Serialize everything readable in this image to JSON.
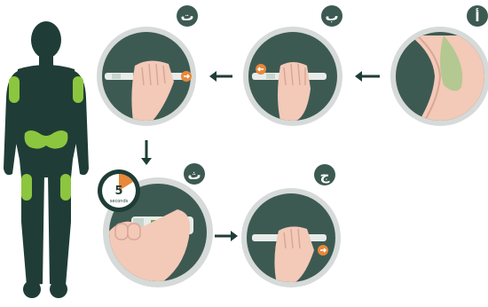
{
  "colors": {
    "body_dark": "#1f3d36",
    "injection_site": "#8cc63f",
    "circle_bg": "#3d5a52",
    "circle_ring": "#d6dad8",
    "skin": "#f3c9b8",
    "skin_shadow": "#d9a796",
    "arrow": "#1f3d36",
    "timer_orange": "#e8883a",
    "badge": "#3d5a52"
  },
  "steps": [
    {
      "id": "step-a",
      "badge": "أ"
    },
    {
      "id": "step-b",
      "badge": "ب"
    },
    {
      "id": "step-c",
      "badge": "ت"
    },
    {
      "id": "step-d",
      "badge": "ث"
    },
    {
      "id": "step-e",
      "badge": "ج"
    }
  ],
  "timer": {
    "value": "5",
    "unit": "seconds"
  }
}
